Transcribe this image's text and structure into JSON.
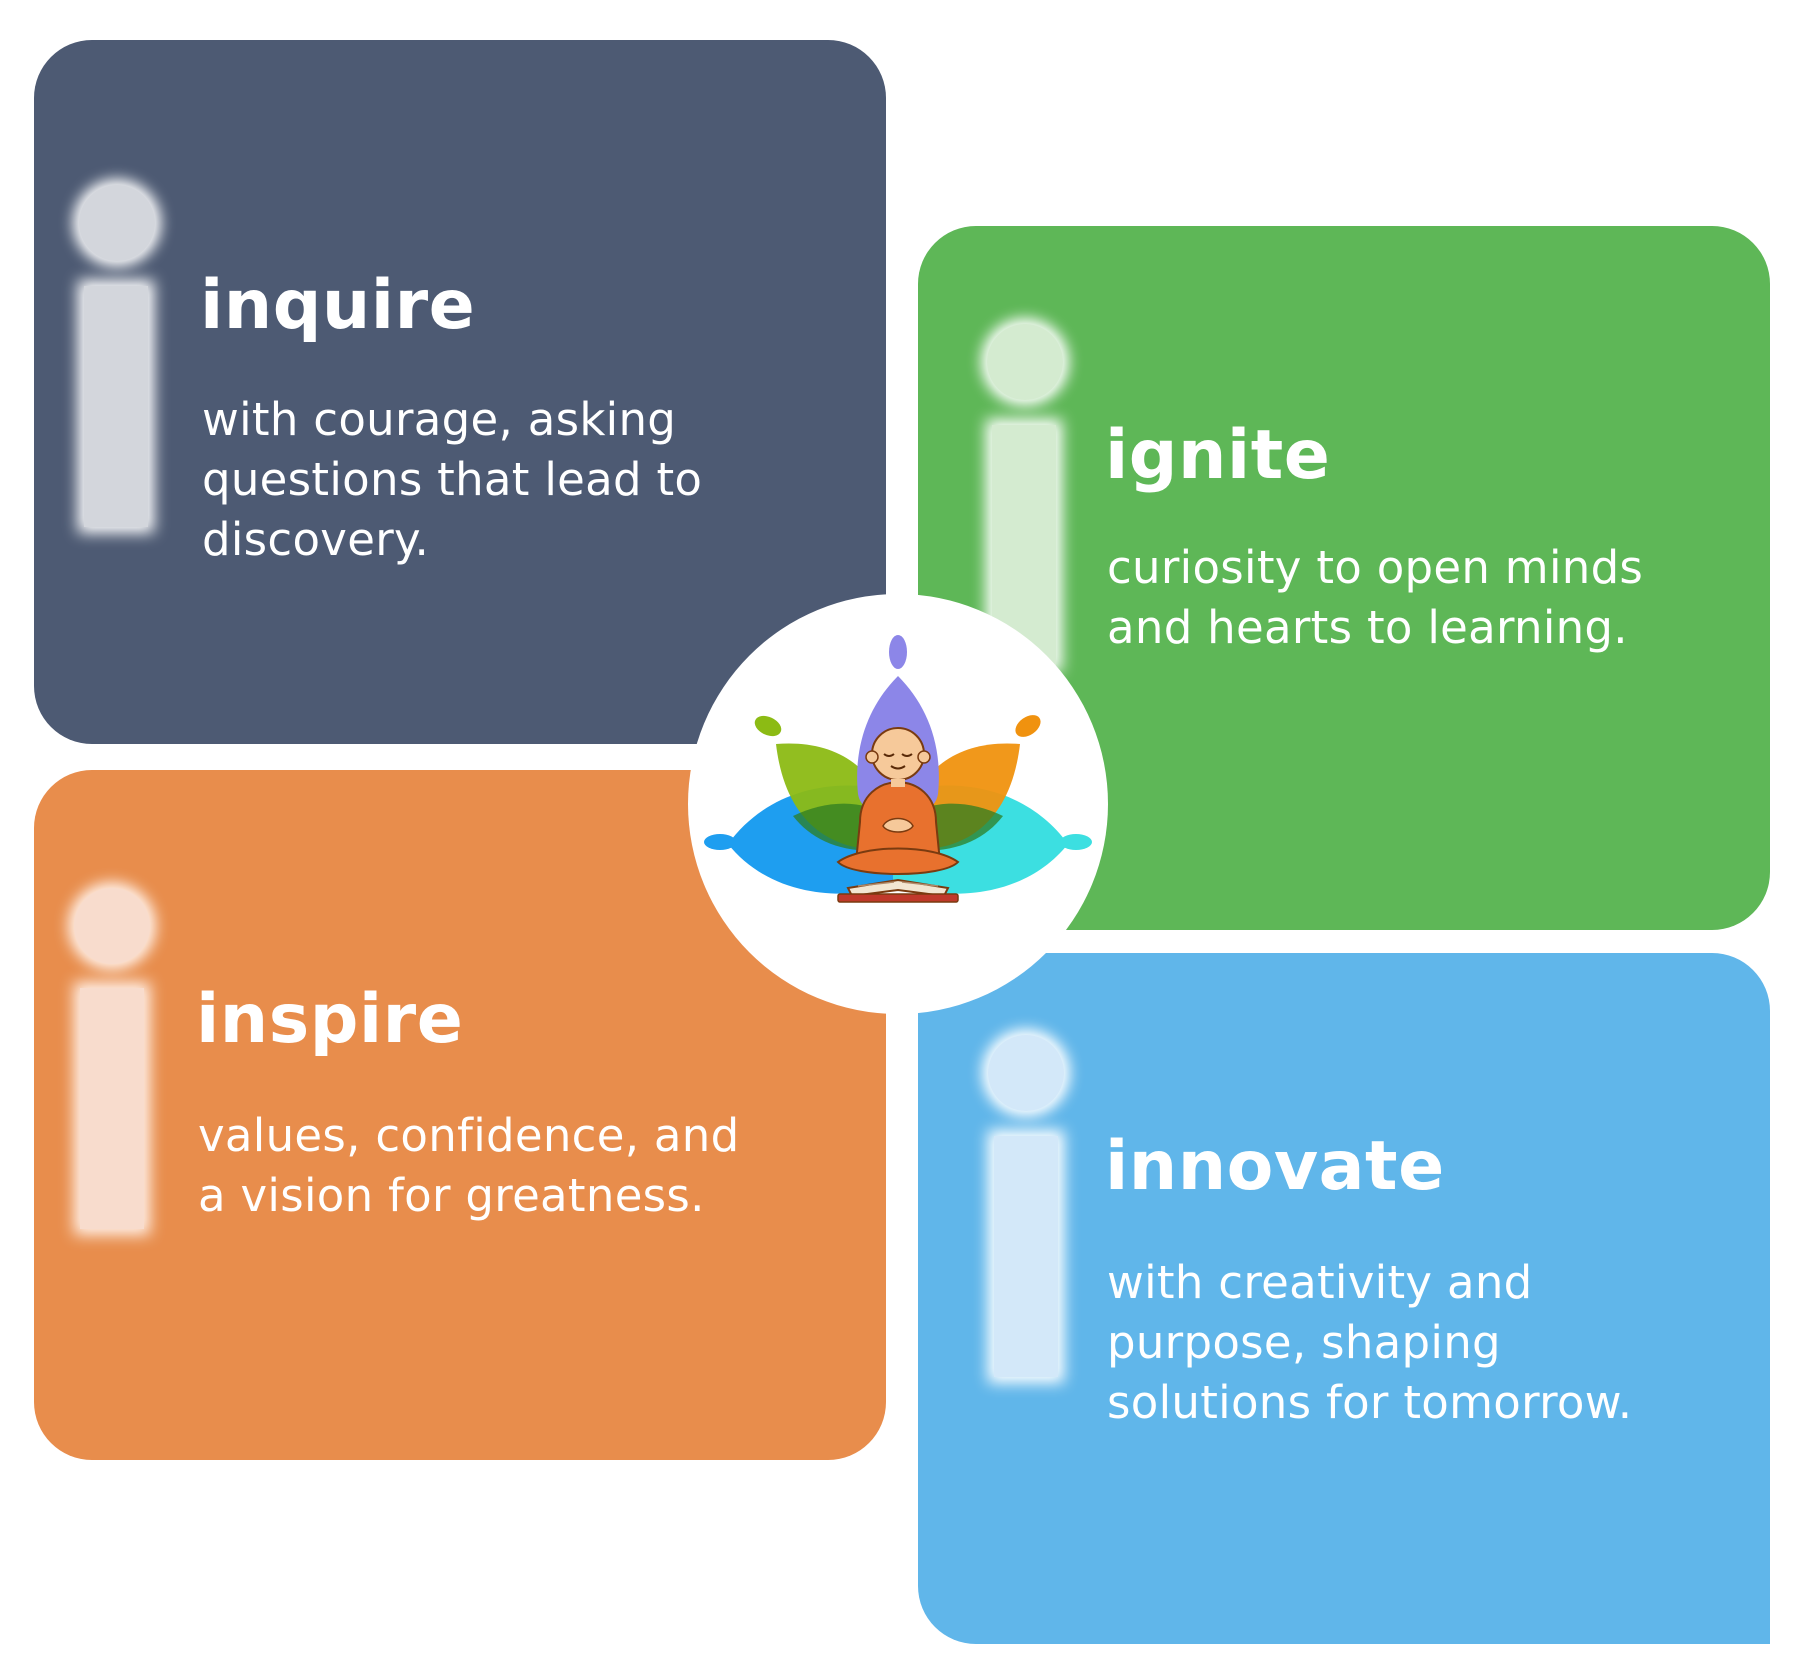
{
  "cards": [
    {
      "id": "inquire",
      "title": "inquire",
      "lines": [
        "with courage, asking",
        "questions that lead to",
        "discovery."
      ],
      "color": "#4d5a73",
      "glyph_color": "#d3d6dc",
      "glow_color": "#ffffff"
    },
    {
      "id": "ignite",
      "title": "ignite",
      "lines": [
        "curiosity to open minds",
        "and hearts to learning."
      ],
      "color": "#5eb757",
      "glyph_color": "#d4ebd0",
      "glow_color": "#ffffff"
    },
    {
      "id": "inspire",
      "title": "inspire",
      "lines": [
        "values, confidence, and",
        "a vision for greatness."
      ],
      "color": "#e88d4c",
      "glyph_color": "#f8dccd",
      "glow_color": "#fff2ea"
    },
    {
      "id": "innovate",
      "title": "innovate",
      "lines": [
        "with creativity and",
        "purpose, shaping",
        "solutions for tomorrow."
      ],
      "color": "#60b6ea",
      "glyph_color": "#d3e8f9",
      "glow_color": "#ffffff"
    }
  ],
  "logo": {
    "icon": "meditating-monk-lotus-logo",
    "petal_colors": {
      "top": "#8c86e8",
      "left": "#8cbb14",
      "right": "#f0920f",
      "bottom_left": "#1e9ef0",
      "bottom_right": "#3cdfe1",
      "overlap": "#2e7d22"
    },
    "robe_color": "#e8712e",
    "skin_color": "#f6c99a"
  }
}
